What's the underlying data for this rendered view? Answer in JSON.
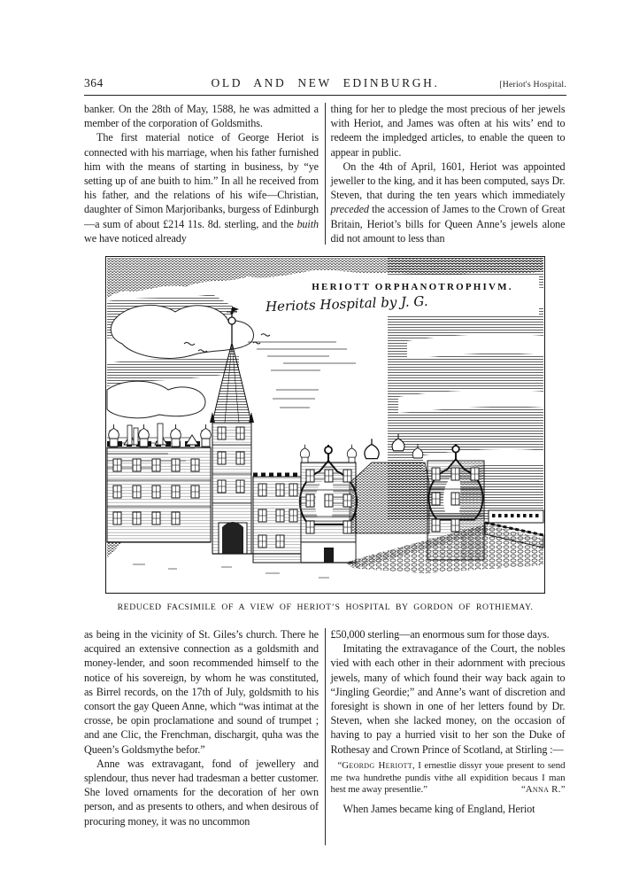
{
  "page": {
    "number": "364",
    "title": "OLD AND NEW EDINBURGH.",
    "running_head": "[Heriot's Hospital."
  },
  "top_section": {
    "left_column": {
      "p1": [
        {
          "t": "banker.  On the 28th of May, 1588, he was admitted a member of the corporation of Goldsmiths."
        }
      ],
      "p2": [
        {
          "t": "The first material notice of George Heriot is connected with his marriage, when his father furnished him with the means of starting in business, by “ye setting up of ane buith to him.”  In all he received from his father, and the relations of his wife—Christian, daughter of Simon Marjoribanks, burgess of Edinburgh—a sum of about £214 11s. 8d. sterling, and the "
        },
        {
          "t": "buith",
          "s": "i"
        },
        {
          "t": " we have noticed already"
        }
      ]
    },
    "right_column": {
      "p1": [
        {
          "t": "thing for her to pledge the most precious of her jewels with Heriot, and James was often at his wits’ end to redeem the impledged articles, to enable the queen to appear in public."
        }
      ],
      "p2": [
        {
          "t": "On the 4th of April, 1601, Heriot was appointed jeweller to the king, and it has been computed, says Dr. Steven, that during the ten years which immediately "
        },
        {
          "t": "preceded",
          "s": "i"
        },
        {
          "t": " the accession of James to the Crown of Great Britain, Heriot’s bills for Queen Anne’s jewels alone did not amount to less than"
        }
      ]
    }
  },
  "figure": {
    "inscription_title": "HERIOTT  ORPHANOTROPHIVM.",
    "inscription_script": "Heriots Hospital by J. G.",
    "caption": "REDUCED FACSIMILE OF A VIEW OF HERIOT’S HOSPITAL BY GORDON OF ROTHIEMAY."
  },
  "bottom_section": {
    "left_column": {
      "p1": [
        {
          "t": "as being in the vicinity of St. Giles’s church.  There he acquired an extensive connection as a goldsmith and money-lender, and soon recommended himself to the notice of his sovereign, by whom he was constituted, as Birrel records, on the 17th of July, goldsmith to his consort the gay Queen Anne, which “was intimat at the crosse, be opin proclamatione and sound of trumpet ; and ane Clic, the Frenchman, dischargit, quha was the Queen’s Goldsmythe befor.”"
        }
      ],
      "p2": [
        {
          "t": "Anne was extravagant, fond of jewellery and splendour, thus never had tradesman a better customer.  She loved ornaments for the decoration of her own person, and as presents to others, and when desirous of procuring money, it was no uncommon"
        }
      ]
    },
    "right_column": {
      "p1": [
        {
          "t": "£50,000 sterling—an enormous sum for those days."
        }
      ],
      "p2": [
        {
          "t": "Imitating the extravagance of the Court, the nobles vied with each other in their adornment with precious jewels, many of which found their way back again to “Jingling Geordie;” and Anne’s want of discretion and foresight is shown in one of her letters found by Dr. Steven, when she lacked money, on the occasion of having to pay a hurried visit to her son the Duke of Rothesay and Crown Prince of Scotland, at Stirling :—"
        }
      ],
      "quote": [
        {
          "t": "“"
        },
        {
          "t": "Geordg Heriott",
          "s": "sc"
        },
        {
          "t": ", I ernestlie dissyr youe present to send me twa hundrethe pundis vithe all expidition becaus I man hest me away presentlie.”"
        }
      ],
      "signature": [
        {
          "t": "“"
        },
        {
          "t": "Anna R.",
          "s": "sc"
        },
        {
          "t": "”"
        }
      ],
      "p3": [
        {
          "t": "When James became king of England, Heriot"
        }
      ]
    }
  }
}
